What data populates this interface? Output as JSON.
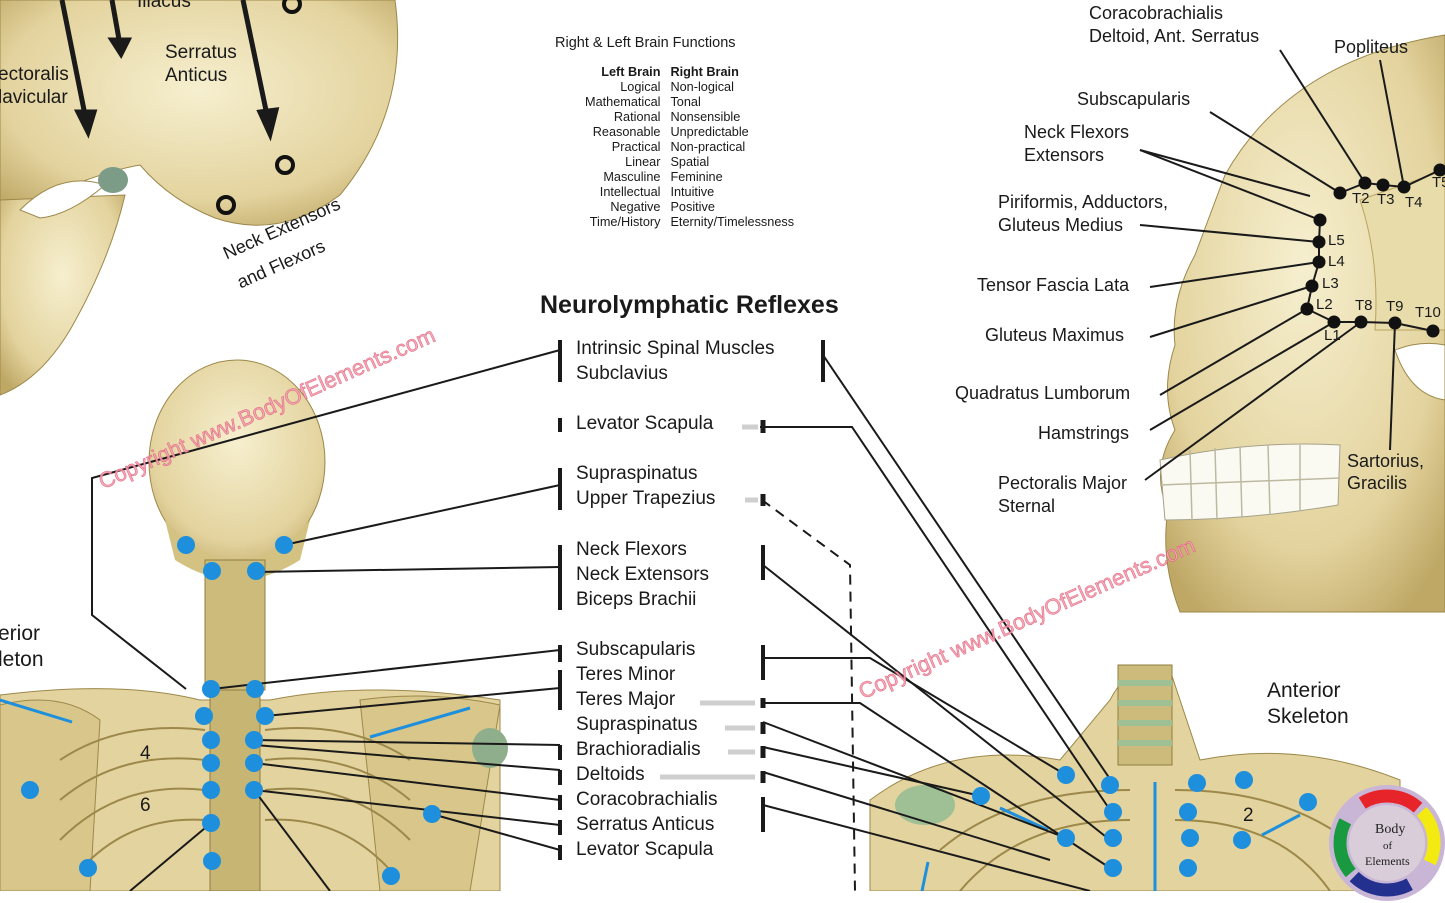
{
  "top_left_labels": {
    "iliacus_partial": "Iliacus",
    "pectoralis_line1": "ectoralis",
    "pectoralis_line2": "lavicular",
    "serratus_line1": "Serratus",
    "serratus_line2": "Anticus",
    "neck_line1": "Neck Extensors",
    "neck_line2": "and Flexors"
  },
  "brain_functions": {
    "title": "Right & Left Brain Functions",
    "left_header": "Left Brain",
    "right_header": "Right Brain",
    "rows": [
      {
        "left": "Logical",
        "right": "Non-logical"
      },
      {
        "left": "Mathematical",
        "right": "Tonal"
      },
      {
        "left": "Rational",
        "right": "Nonsensible"
      },
      {
        "left": "Reasonable",
        "right": "Unpredictable"
      },
      {
        "left": "Practical",
        "right": "Non-practical"
      },
      {
        "left": "Linear",
        "right": "Spatial"
      },
      {
        "left": "Masculine",
        "right": "Feminine"
      },
      {
        "left": "Intellectual",
        "right": "Intuitive"
      },
      {
        "left": "Negative",
        "right": "Positive"
      },
      {
        "left": "Time/History",
        "right": "Eternity/Timelessness"
      }
    ]
  },
  "neurolymphatic": {
    "title": "Neurolymphatic Reflexes",
    "labels": [
      "Intrinsic Spinal Muscles",
      "Subclavius",
      "Levator Scapula",
      "Supraspinatus",
      "Upper Trapezius",
      "Neck Flexors",
      "Neck Extensors",
      "Biceps Brachii",
      "Subscapularis",
      "Teres Minor",
      "Teres Major",
      "Supraspinatus",
      "Brachioradialis",
      "Deltoids",
      "Coracobrachialis",
      "Serratus Anticus",
      "Levator Scapula"
    ]
  },
  "right_skull_labels": {
    "coraco_line1": "Coracobrachialis",
    "coraco_line2": "Deltoid, Ant. Serratus",
    "popliteus": "Popliteus",
    "subscapularis": "Subscapularis",
    "neck_line1": "Neck Flexors",
    "neck_line2": "Extensors",
    "piriformis_line1": "Piriformis, Adductors,",
    "piriformis_line2": "Gluteus Medius",
    "tensor": "Tensor Fascia Lata",
    "gluteus_max": "Gluteus Maximus",
    "quadratus": "Quadratus Lumborum",
    "hamstrings": "Hamstrings",
    "pec_line1": "Pectoralis Major",
    "pec_line2": "Sternal",
    "sartorius_line1": "Sartorius,",
    "sartorius_line2": "Gracilis"
  },
  "vertebra_labels": [
    "T2",
    "T3",
    "T4",
    "T5",
    "L5",
    "L4",
    "L3",
    "L2",
    "L1",
    "T8",
    "T9",
    "T10"
  ],
  "posterior_labels": {
    "anterior_line1": "erior",
    "anterior_line2": "leton",
    "rib_4": "4",
    "rib_6": "6"
  },
  "anterior_skeleton": {
    "title_line1": "Anterior",
    "title_line2": "Skeleton",
    "rib_2": "2"
  },
  "watermark": "Copyright www.BodyOfElements.com",
  "logo": {
    "line1": "Body",
    "line2": "of",
    "line3": "Elements"
  },
  "colors": {
    "bone": "#e6d9a6",
    "bone_dark": "#b9a35f",
    "reflex_point": "#1e8fdc",
    "cartilage": "#9fbf95",
    "watermark": "#f4a3b3"
  }
}
